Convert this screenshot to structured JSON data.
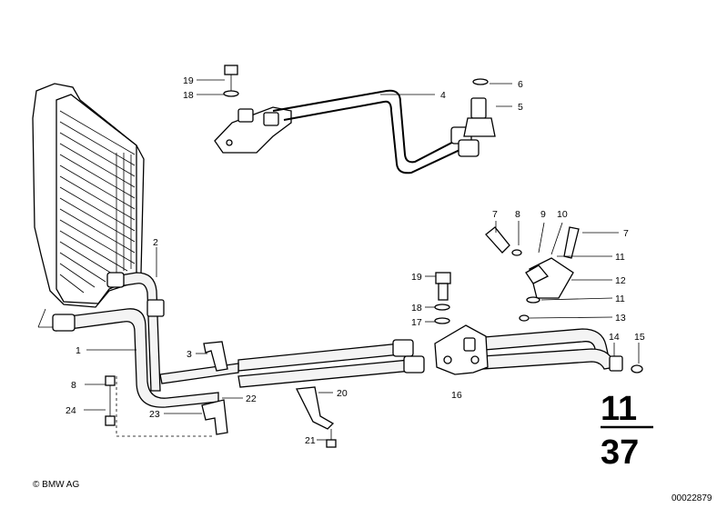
{
  "callouts": [
    "1",
    "2",
    "3",
    "4",
    "5",
    "6",
    "7",
    "7",
    "8",
    "8",
    "9",
    "10",
    "11",
    "11",
    "12",
    "13",
    "14",
    "15",
    "16",
    "17",
    "18",
    "18",
    "19",
    "19",
    "20",
    "21",
    "22",
    "23",
    "24"
  ],
  "section": {
    "group": "11",
    "sheet": "37"
  },
  "copyright": "© BMW AG",
  "drawing_number": "00022879"
}
